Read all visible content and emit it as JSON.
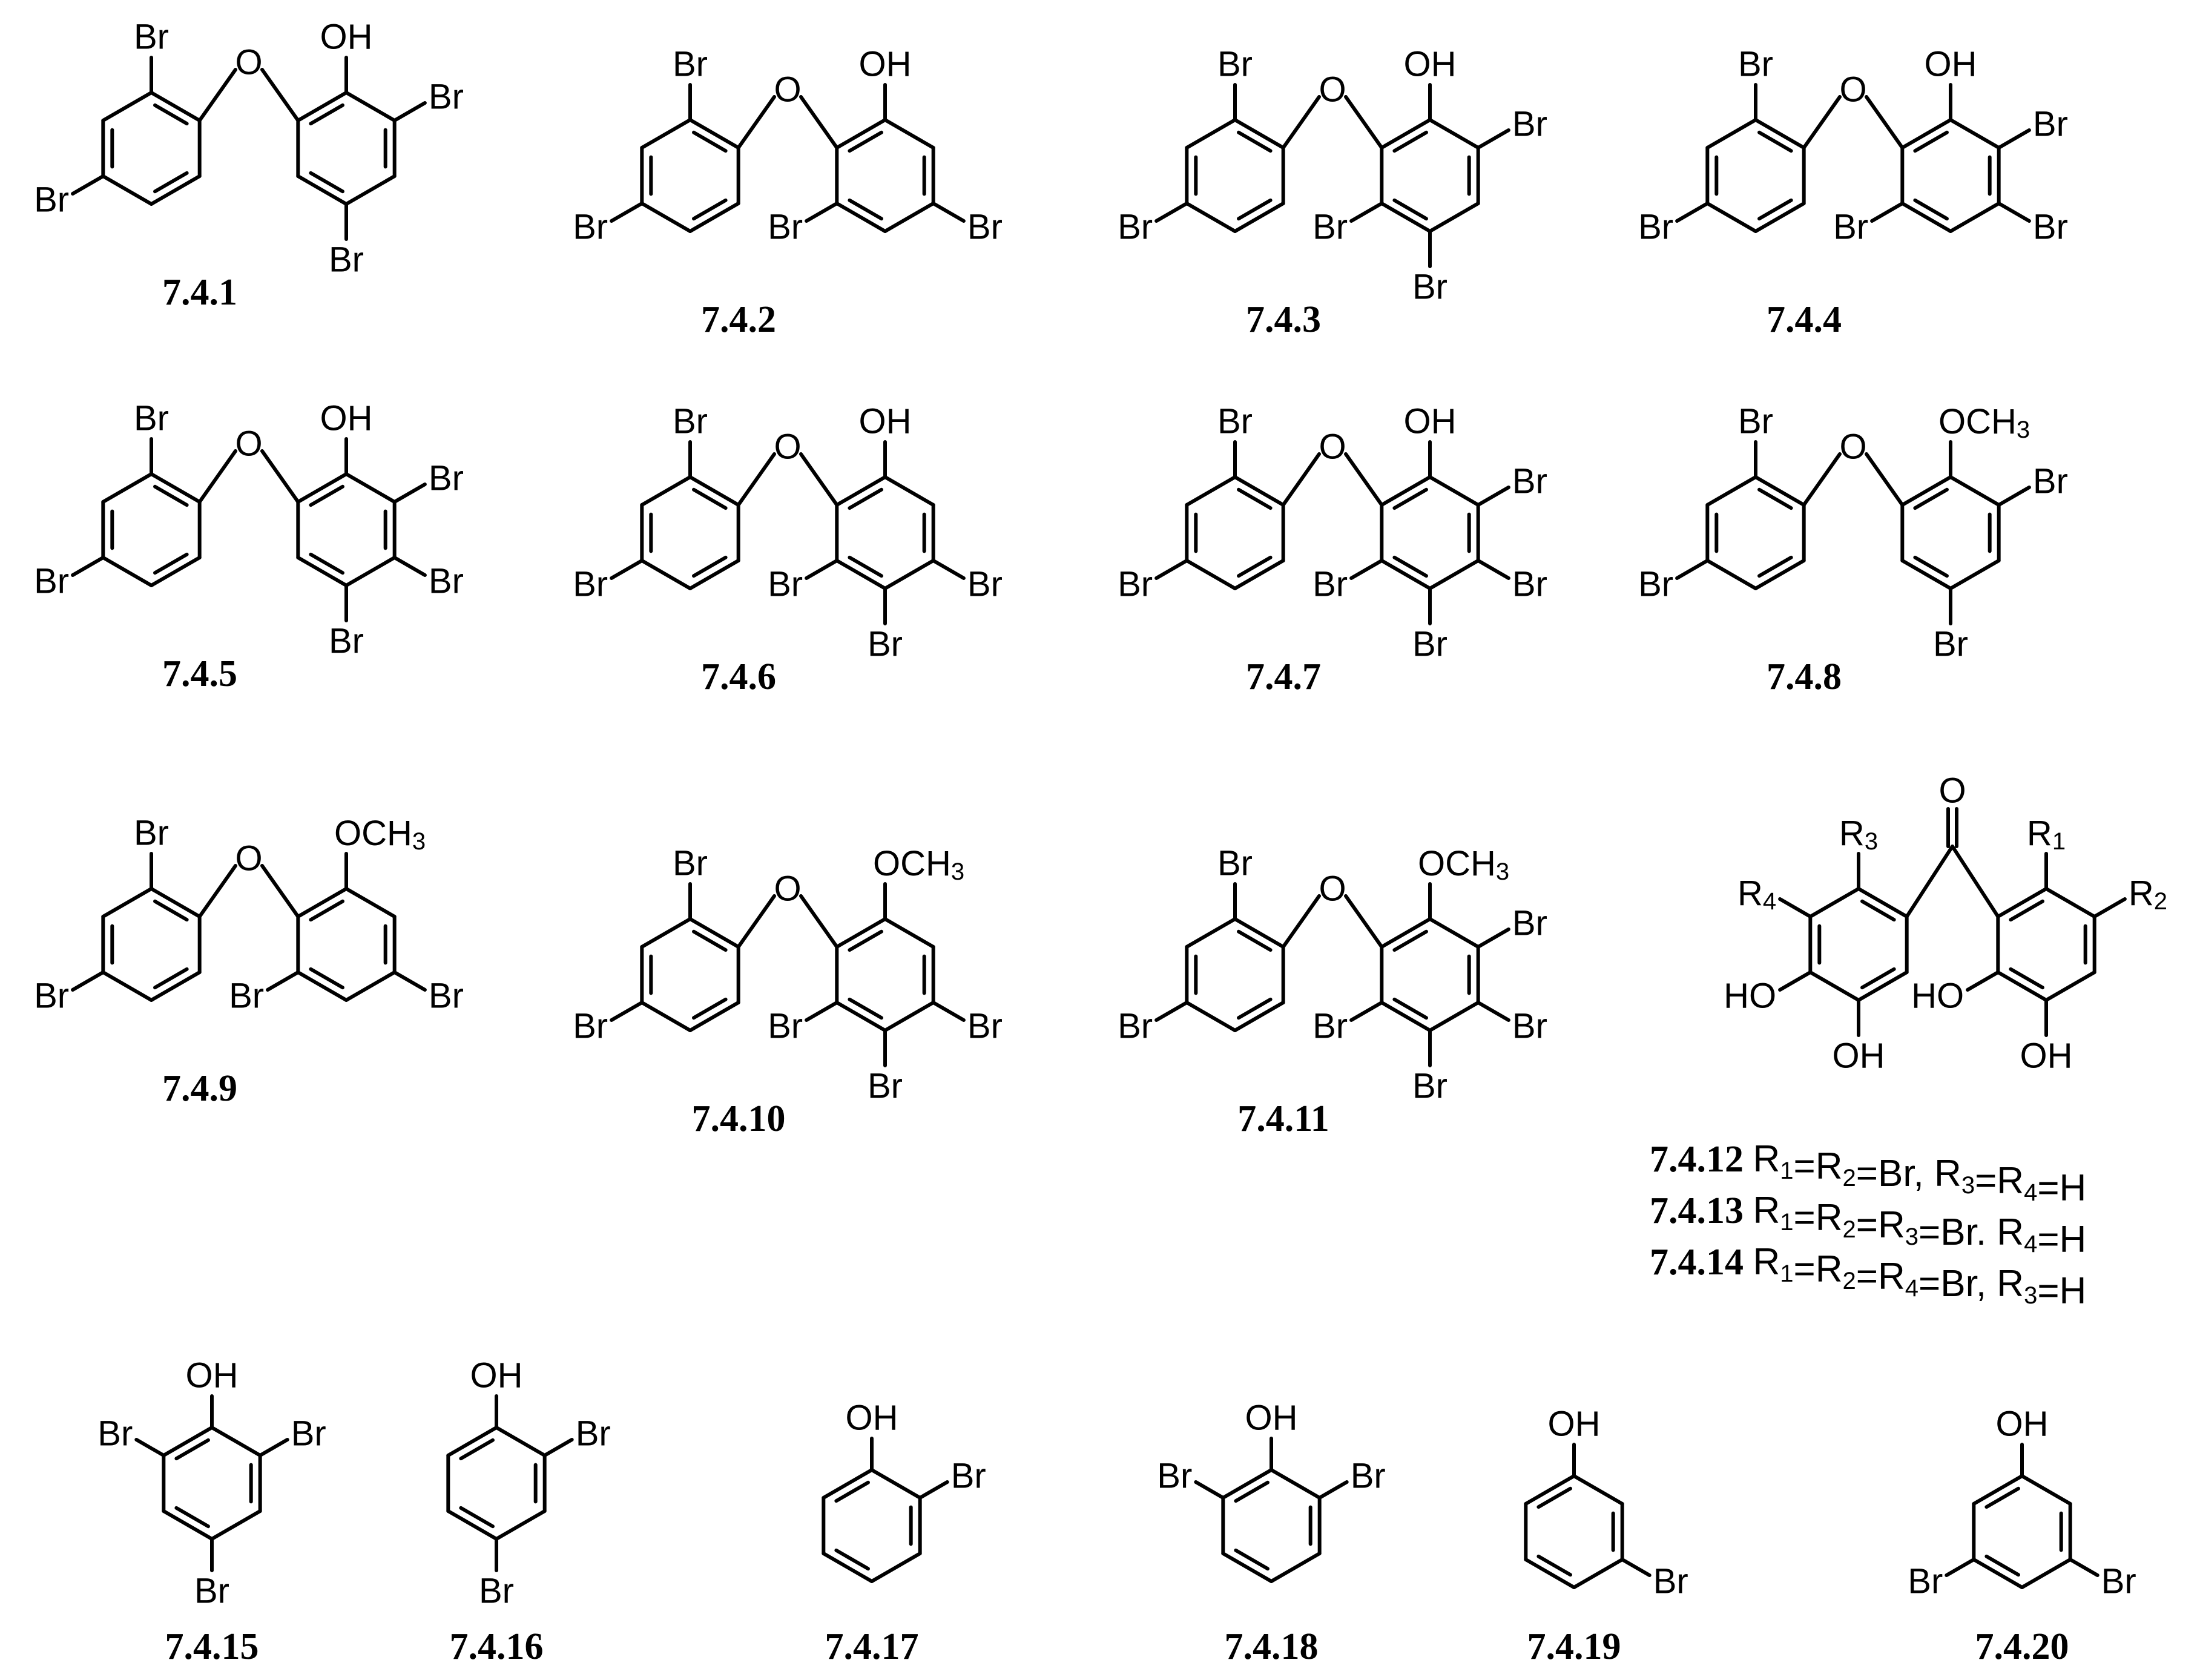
{
  "colors": {
    "ink": "#000000",
    "background": "#ffffff"
  },
  "compounds": [
    {
      "id": "7.4.1",
      "type": "ether",
      "left_sub": {
        "2": "Br",
        "4": "Br"
      },
      "right_sub": {
        "2": "OH",
        "3": "Br",
        "5": "Br"
      }
    },
    {
      "id": "7.4.2",
      "type": "ether",
      "left_sub": {
        "2": "Br",
        "4": "Br"
      },
      "right_sub": {
        "2": "OH",
        "4": "Br",
        "6": "Br"
      }
    },
    {
      "id": "7.4.3",
      "type": "ether",
      "left_sub": {
        "2": "Br",
        "4": "Br"
      },
      "right_sub": {
        "2": "OH",
        "3": "Br",
        "5": "Br",
        "6": "Br"
      }
    },
    {
      "id": "7.4.4",
      "type": "ether",
      "left_sub": {
        "2": "Br",
        "4": "Br"
      },
      "right_sub": {
        "2": "OH",
        "3": "Br",
        "4": "Br",
        "6": "Br"
      }
    },
    {
      "id": "7.4.5",
      "type": "ether",
      "left_sub": {
        "2": "Br",
        "4": "Br"
      },
      "right_sub": {
        "2": "OH",
        "3": "Br",
        "4": "Br",
        "5": "Br"
      }
    },
    {
      "id": "7.4.6",
      "type": "ether",
      "left_sub": {
        "2": "Br",
        "4": "Br"
      },
      "right_sub": {
        "2": "OH",
        "4": "Br",
        "5": "Br",
        "6": "Br"
      }
    },
    {
      "id": "7.4.7",
      "type": "ether",
      "left_sub": {
        "2": "Br",
        "4": "Br"
      },
      "right_sub": {
        "2": "OH",
        "3": "Br",
        "4": "Br",
        "5": "Br",
        "6": "Br"
      }
    },
    {
      "id": "7.4.8",
      "type": "ether",
      "left_sub": {
        "2": "Br",
        "4": "Br"
      },
      "right_sub": {
        "2": "OCH3",
        "3": "Br",
        "5": "Br"
      }
    },
    {
      "id": "7.4.9",
      "type": "ether",
      "left_sub": {
        "2": "Br",
        "4": "Br"
      },
      "right_sub": {
        "2": "OCH3",
        "4": "Br",
        "6": "Br"
      }
    },
    {
      "id": "7.4.10",
      "type": "ether",
      "left_sub": {
        "2": "Br",
        "4": "Br"
      },
      "right_sub": {
        "2": "OCH3",
        "4": "Br",
        "5": "Br",
        "6": "Br"
      }
    },
    {
      "id": "7.4.11",
      "type": "ether",
      "left_sub": {
        "2": "Br",
        "4": "Br"
      },
      "right_sub": {
        "2": "OCH3",
        "3": "Br",
        "4": "Br",
        "5": "Br",
        "6": "Br"
      }
    },
    {
      "id": "7.4.15",
      "type": "phenol",
      "sub": {
        "0": "OH",
        "1": "Br",
        "3": "Br",
        "5": "Br"
      }
    },
    {
      "id": "7.4.16",
      "type": "phenol",
      "sub": {
        "0": "OH",
        "1": "Br",
        "3": "Br"
      }
    },
    {
      "id": "7.4.17",
      "type": "phenol",
      "sub": {
        "0": "OH",
        "1": "Br"
      }
    },
    {
      "id": "7.4.18",
      "type": "phenol",
      "sub": {
        "0": "OH",
        "1": "Br",
        "5": "Br"
      }
    },
    {
      "id": "7.4.19",
      "type": "phenol",
      "sub": {
        "0": "OH",
        "2": "Br"
      }
    },
    {
      "id": "7.4.20",
      "type": "phenol",
      "sub": {
        "0": "OH",
        "2": "Br",
        "4": "Br"
      }
    }
  ],
  "ketone": {
    "atoms": {
      "carbonyl_o": "O",
      "r1": "R1",
      "r2": "R2",
      "r3": "R3",
      "r4": "R4",
      "oh": "OH",
      "ho": "HO"
    },
    "captions": [
      {
        "id": "7.4.12",
        "text": "R1=R2=Br, R3=R4=H"
      },
      {
        "id": "7.4.13",
        "text": "R1=R2=R3=Br. R4=H"
      },
      {
        "id": "7.4.14",
        "text": "R1=R2=R4=Br, R3=H"
      }
    ]
  }
}
